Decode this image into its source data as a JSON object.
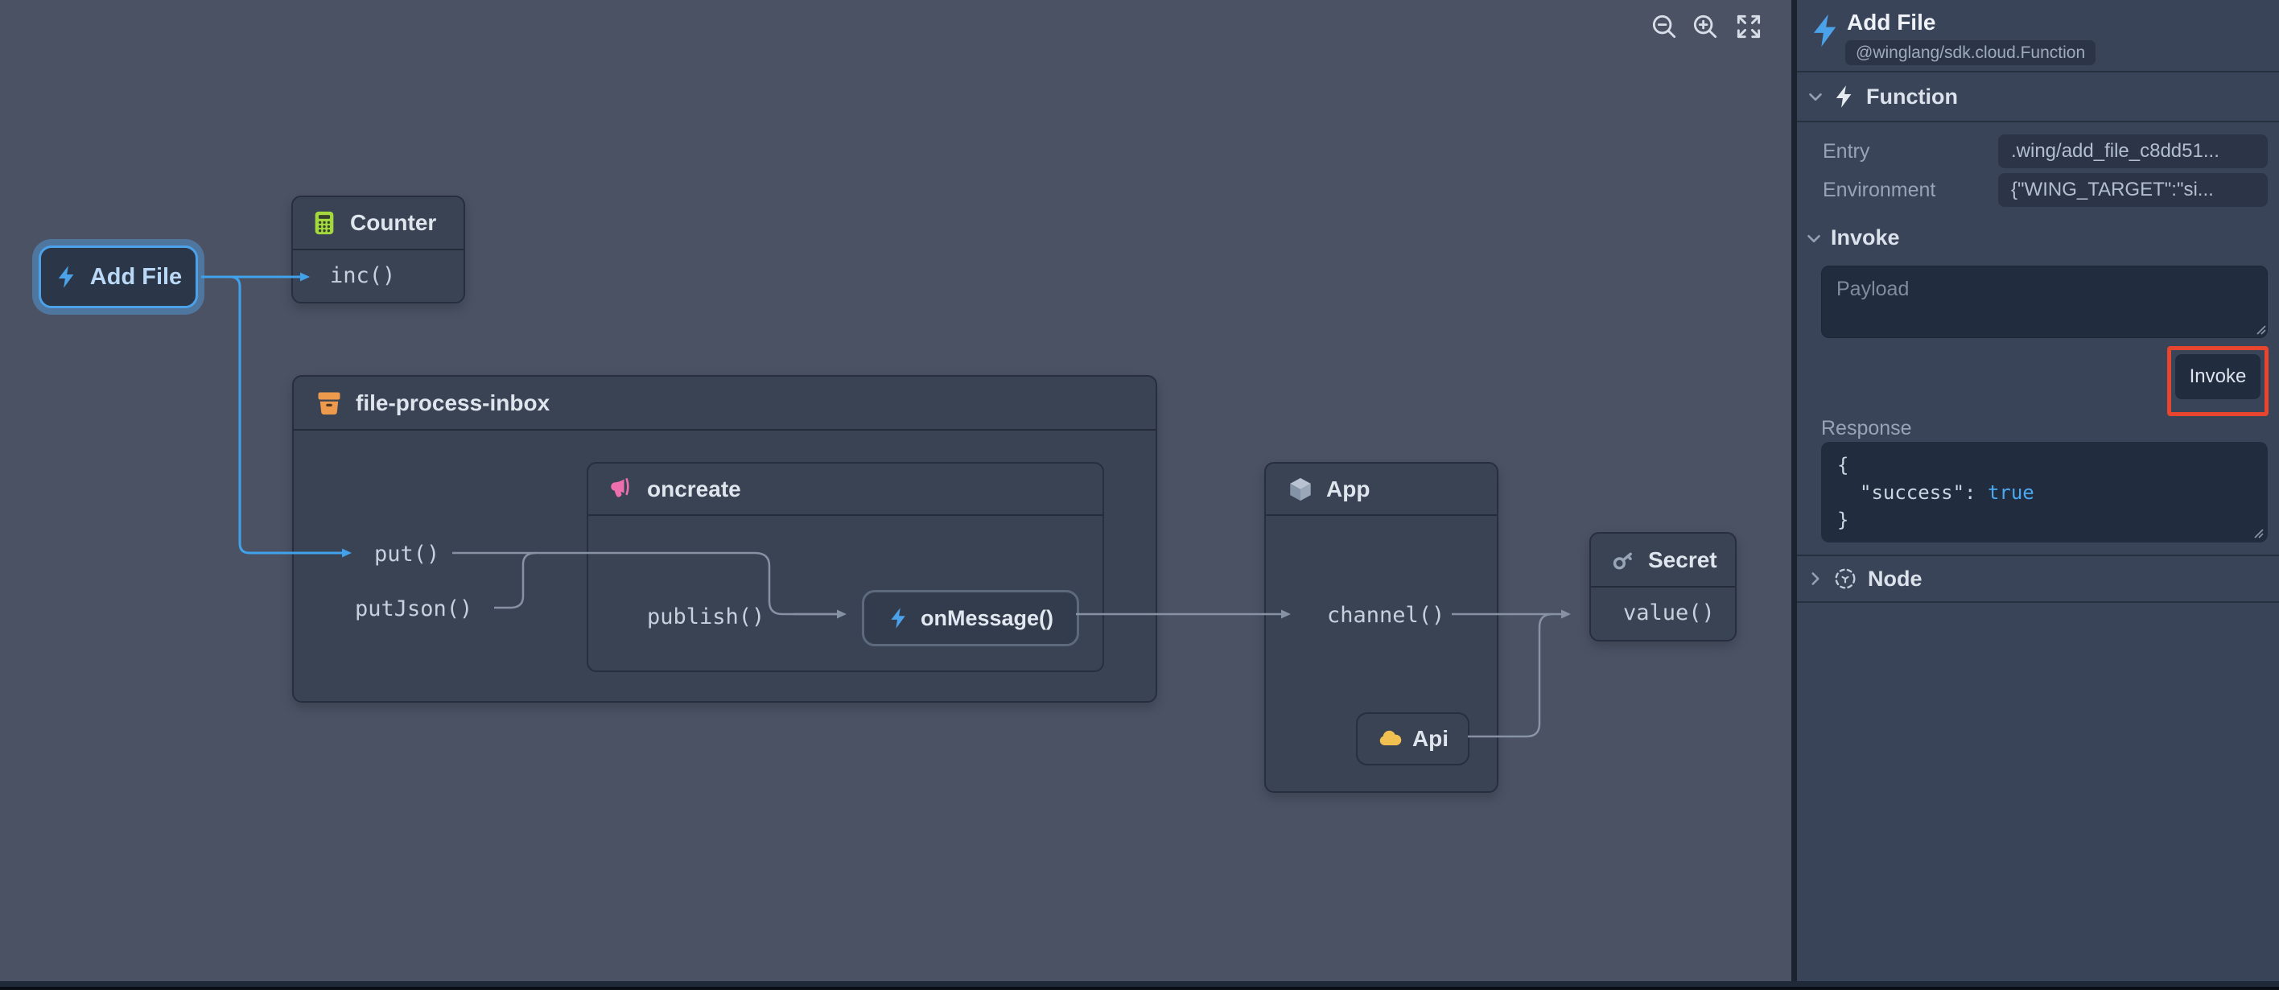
{
  "toolbar": {
    "zoom_out_icon": "magnifier-minus",
    "zoom_in_icon": "magnifier-plus",
    "expand_icon": "arrows-pointing-out"
  },
  "canvas": {
    "add_file": {
      "label": "Add File"
    },
    "counter": {
      "title": "Counter",
      "method_inc": "inc()"
    },
    "inbox": {
      "title": "file-process-inbox",
      "method_put": "put()",
      "method_putjson": "putJson()"
    },
    "oncreate": {
      "title": "oncreate",
      "method_publish": "publish()",
      "handler": "onMessage()"
    },
    "app": {
      "title": "App",
      "method_channel": "channel()"
    },
    "api": {
      "title": "Api"
    },
    "secret": {
      "title": "Secret",
      "method_value": "value()"
    }
  },
  "panel": {
    "title": "Add File",
    "badge": "@winglang/sdk.cloud.Function",
    "function_section": {
      "label": "Function",
      "entry_label": "Entry",
      "entry_value": ".wing/add_file_c8dd51...",
      "env_label": "Environment",
      "env_value": "{\"WING_TARGET\":\"si..."
    },
    "invoke_section": {
      "label": "Invoke",
      "payload_placeholder": "Payload",
      "invoke_button": "Invoke",
      "response_label": "Response",
      "response_open": "{",
      "response_key": "\"success\": ",
      "response_value": "true",
      "response_close": "}"
    },
    "node_section": {
      "label": "Node"
    }
  },
  "colors": {
    "canvas_bg": "#4a5264",
    "panel_bg": "#394459",
    "accent_blue": "#41a1ea",
    "wire_gray": "#8d99aa",
    "highlight_red": "#e8452e",
    "lime_icon": "#a3d93e",
    "orange_icon": "#ee9a4d",
    "pink_icon": "#ee6fad",
    "amber_icon": "#f0c050",
    "true_blue": "#4aa9f2"
  }
}
